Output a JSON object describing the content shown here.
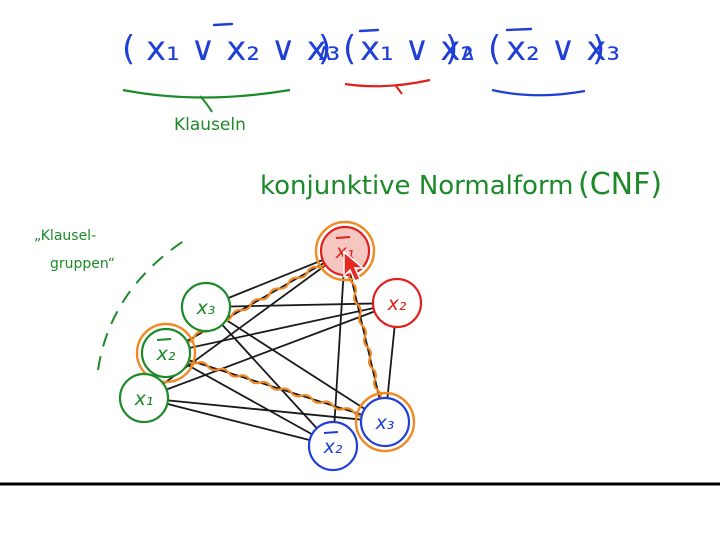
{
  "colors": {
    "blue": "#1f3fd6",
    "red": "#e0201d",
    "green": "#1c8a28",
    "orange": "#ef8a26",
    "black": "#1a1a1a",
    "cursor": "#e52a24"
  },
  "formula": {
    "open1": "(",
    "clause1": "x₁ ∨ x₂ ∨ x₃",
    "close1": ")",
    "and1": "∧",
    "open2": "(",
    "clause2": "x₁ ∨ x₂",
    "close2": ")",
    "and2": "∧",
    "open3": "(",
    "clause3": "x₂ ∨ x₃",
    "close3": ")"
  },
  "annotations": {
    "klauseln": "Klauseln",
    "cnf": "konjunktive Normalform",
    "cnf_abbrev": "(CNF)",
    "groups_line1": "„Klausel-",
    "groups_line2": "gruppen“"
  },
  "nodes": [
    {
      "id": "g1",
      "label": "x₃",
      "negated": false,
      "color": "green"
    },
    {
      "id": "g2",
      "label": "x₂",
      "negated": true,
      "color": "green"
    },
    {
      "id": "g3",
      "label": "x₁",
      "negated": false,
      "color": "green"
    },
    {
      "id": "r1",
      "label": "x₁",
      "negated": true,
      "color": "red"
    },
    {
      "id": "r2",
      "label": "x₂",
      "negated": false,
      "color": "red"
    },
    {
      "id": "b1",
      "label": "x₂",
      "negated": true,
      "color": "blue"
    },
    {
      "id": "b2",
      "label": "x₃",
      "negated": false,
      "color": "blue"
    }
  ],
  "selected_nodes": [
    "r1",
    "g2",
    "b2"
  ],
  "edges": [
    [
      "g1",
      "r1"
    ],
    [
      "g1",
      "r2"
    ],
    [
      "g1",
      "b2"
    ],
    [
      "g1",
      "b1"
    ],
    [
      "g2",
      "r1"
    ],
    [
      "g2",
      "r2"
    ],
    [
      "g2",
      "b1"
    ],
    [
      "g2",
      "b2"
    ],
    [
      "g3",
      "r1"
    ],
    [
      "g3",
      "r2"
    ],
    [
      "g3",
      "b1"
    ],
    [
      "g3",
      "b2"
    ],
    [
      "r1",
      "b1"
    ],
    [
      "r1",
      "b2"
    ],
    [
      "r2",
      "b2"
    ]
  ],
  "highlighted_edges": [
    [
      "g2",
      "r1"
    ],
    [
      "g2",
      "b2"
    ],
    [
      "r1",
      "b2"
    ]
  ]
}
